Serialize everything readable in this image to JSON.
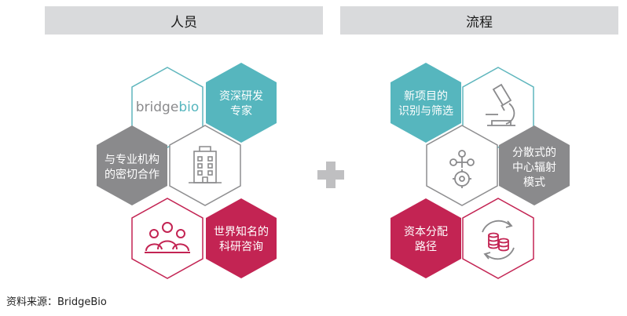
{
  "headers": {
    "people": "人员",
    "process": "流程"
  },
  "colors": {
    "teal": "#56b6be",
    "gray": "#8a8a8c",
    "crimson": "#c32453",
    "header_bg": "#d9dadc",
    "outline_teal": "#5fb6bd",
    "outline_gray": "#8e8e90",
    "outline_crimson": "#c32453"
  },
  "people_hexes": {
    "logo": {
      "brand_part1": "bridge",
      "brand_part2": "bio"
    },
    "experts": {
      "line1": "资深研发",
      "line2": "专家"
    },
    "institutions": {
      "line1": "与专业机构",
      "line2": "的密切合作"
    },
    "building": {
      "icon": "building-icon"
    },
    "network": {
      "icon": "people-network-icon"
    },
    "scientists": {
      "line1": "世界知名的",
      "line2": "科研咨询"
    }
  },
  "plus_sign": {
    "icon": "plus-icon"
  },
  "process_hexes": {
    "screening": {
      "line1": "新项目的",
      "line2": "识别与筛选"
    },
    "microscope": {
      "icon": "microscope-icon"
    },
    "hubs": {
      "icon": "decentralized-hub-icon"
    },
    "distributed": {
      "line1": "分散式的",
      "line2": "中心辐射",
      "line3": "模式"
    },
    "capital": {
      "line1": "资本分配",
      "line2": "路径"
    },
    "coins": {
      "icon": "coins-cycle-icon"
    }
  },
  "footer": {
    "source": "资料来源：BridgeBio"
  }
}
